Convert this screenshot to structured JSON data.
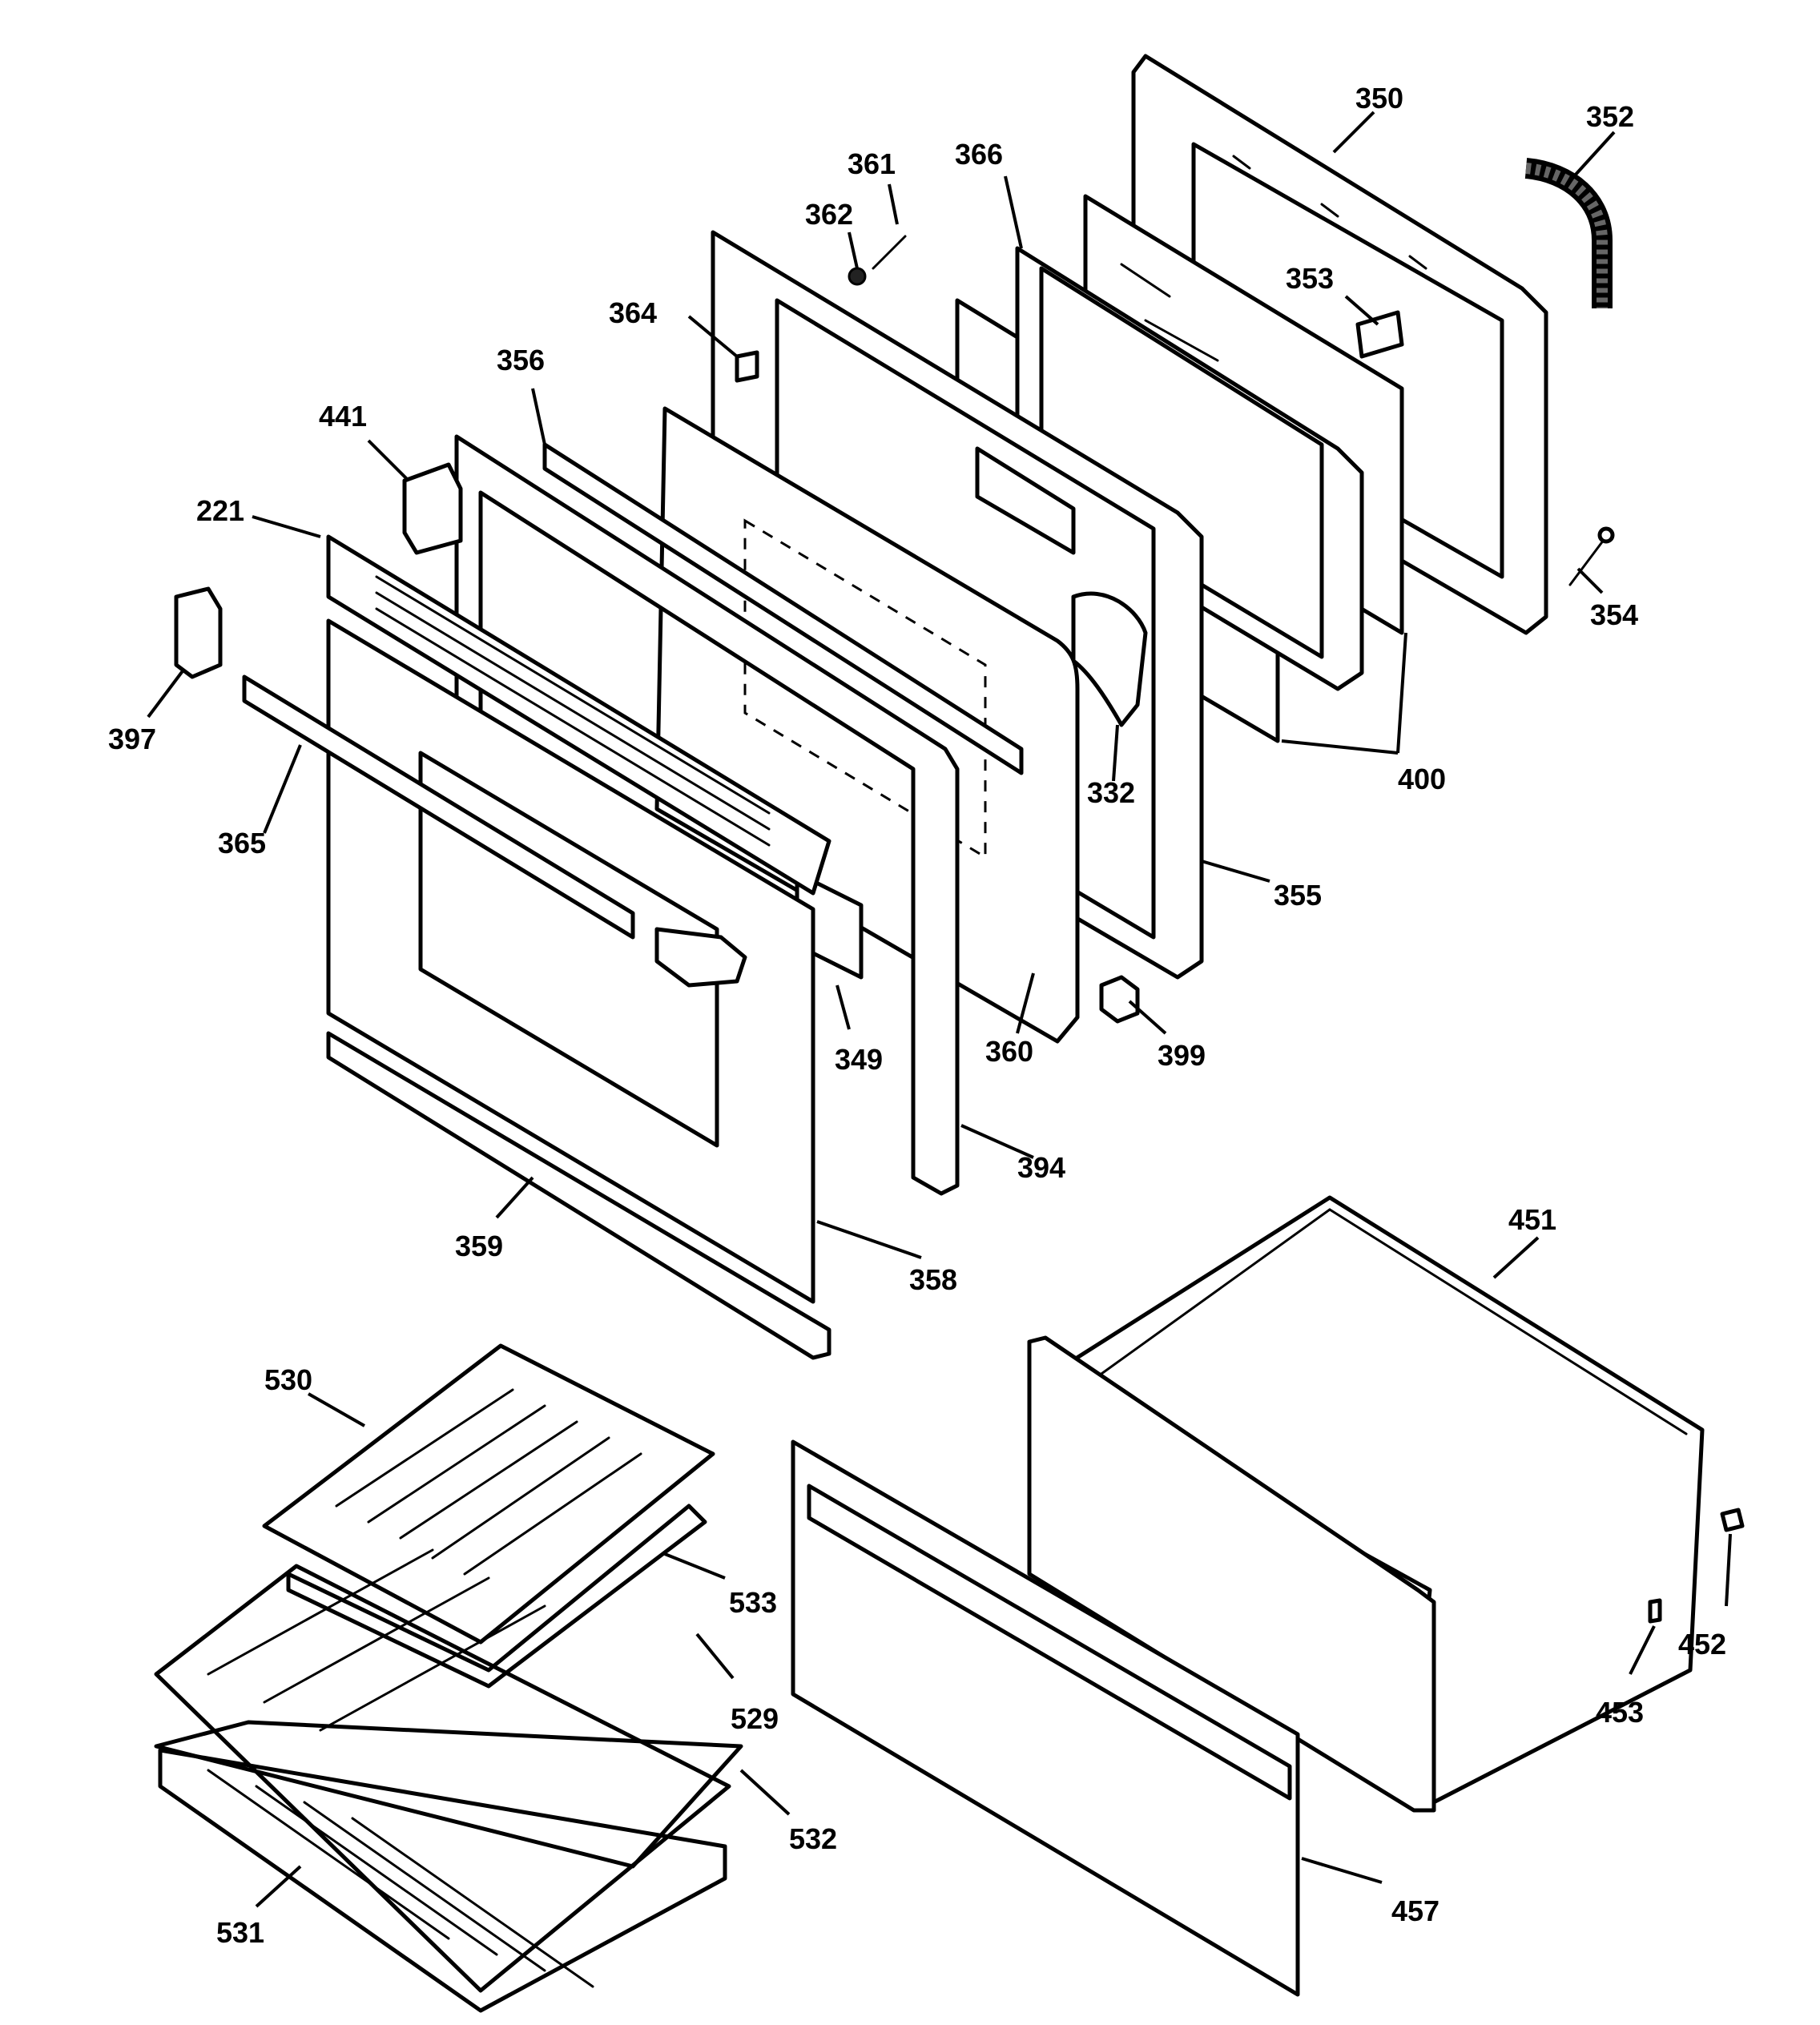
{
  "callouts": {
    "c350": "350",
    "c352": "352",
    "c361": "361",
    "c362": "362",
    "c366": "366",
    "c353": "353",
    "c364": "364",
    "c356": "356",
    "c441": "441",
    "c221": "221",
    "c354": "354",
    "c397": "397",
    "c400": "400",
    "c332": "332",
    "c365": "365",
    "c355": "355",
    "c349": "349",
    "c360": "360",
    "c399": "399",
    "c394": "394",
    "c451": "451",
    "c359": "359",
    "c358": "358",
    "c530": "530",
    "c533": "533",
    "c452": "452",
    "c529": "529",
    "c453": "453",
    "c532": "532",
    "c457": "457",
    "c531": "531"
  }
}
